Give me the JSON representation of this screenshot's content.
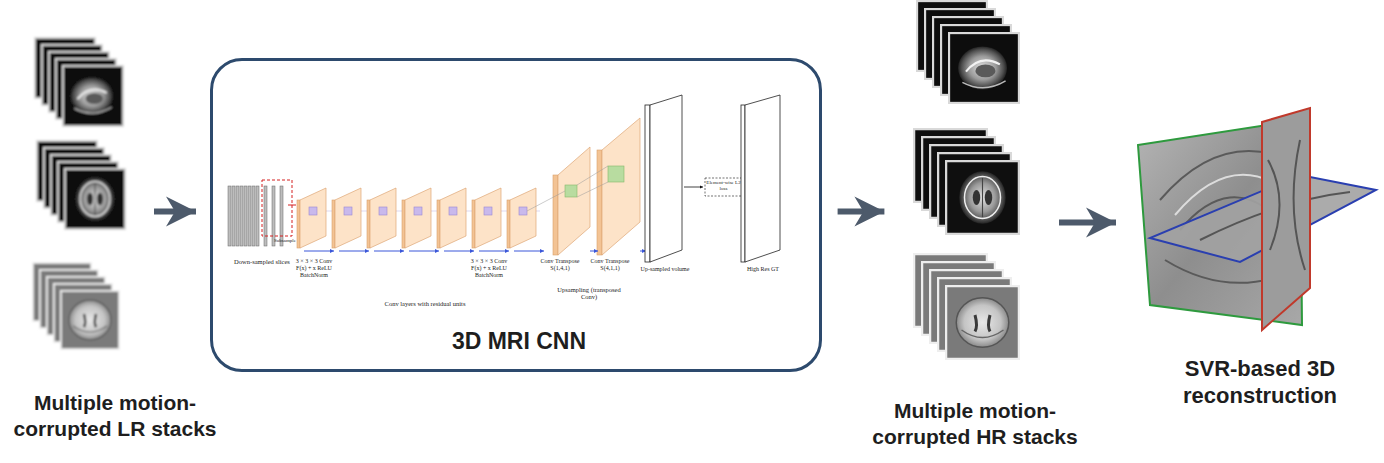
{
  "diagram": {
    "nodes": [
      {
        "text": [
          "Multiple motion-corrupted LR stacks"
        ]
      },
      {
        "text": [
          "3D MRI CNN"
        ]
      },
      {
        "text": [
          "Multiple motion-corrupted HR stacks"
        ]
      },
      {
        "text": [
          "SVR-based 3D reconstruction"
        ]
      }
    ],
    "edges": [
      {
        "from": 0,
        "to": 1,
        "arrow": "to"
      },
      {
        "from": 1,
        "to": 2,
        "arrow": "to"
      },
      {
        "from": 2,
        "to": 3,
        "arrow": "to"
      }
    ],
    "labels": [
      "Down-sampled slices",
      "Subsample",
      "3 × 3 × 3 Conv F(x) + x ReLU BatchNorm",
      "3 × 3 × 3 Conv F(x) + x ReLU BatchNorm",
      "Conv layers with residual units",
      "Conv Transpose S(1,4,1)",
      "Conv Transpose S(4,1,1)",
      "Upsampling (transposed Conv)",
      "Up-sampled volume",
      "Element-wise L2 loss",
      "High Res GT"
    ]
  }
}
